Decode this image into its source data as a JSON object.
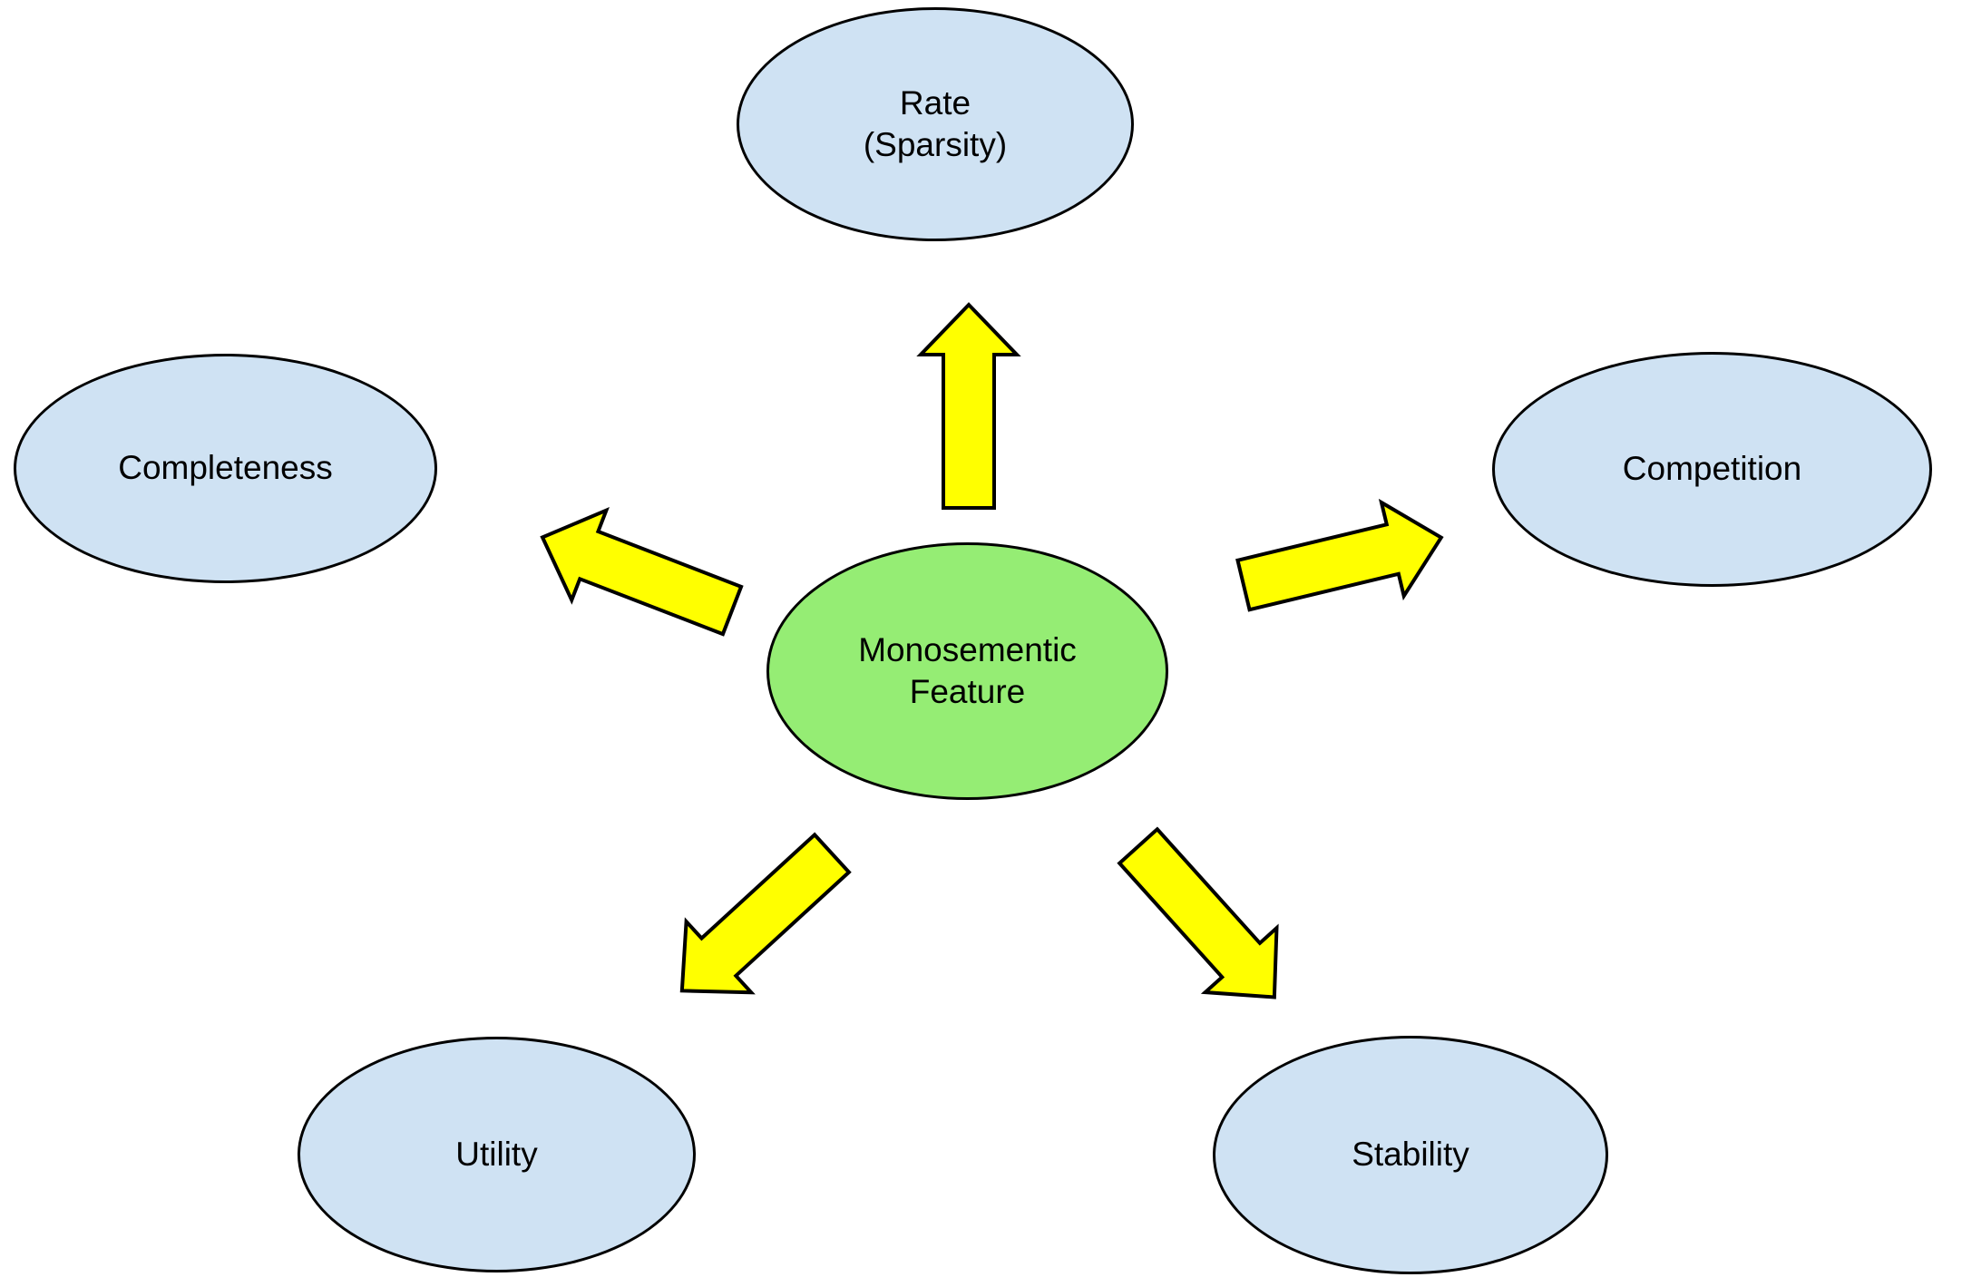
{
  "diagram": {
    "background": "#FFFFFF",
    "text_color": "#000000",
    "node_fill_blue": "#CFE2F3",
    "node_border": "#000000",
    "arrow_fill": "#FFFF00",
    "arrow_border": "#000000",
    "center_node": {
      "label": "Monosementic\nFeature",
      "fill": "#95ED74"
    },
    "nodes": [
      {
        "id": "rate",
        "label": "Rate\n(Sparsity)"
      },
      {
        "id": "completeness",
        "label": "Completeness"
      },
      {
        "id": "competition",
        "label": "Competition"
      },
      {
        "id": "utility",
        "label": "Utility"
      },
      {
        "id": "stability",
        "label": "Stability"
      }
    ],
    "arrows": [
      {
        "from": "Monosementic Feature",
        "to": "Rate (Sparsity)",
        "direction": "up"
      },
      {
        "from": "Monosementic Feature",
        "to": "Completeness",
        "direction": "upper-left"
      },
      {
        "from": "Monosementic Feature",
        "to": "Competition",
        "direction": "upper-right"
      },
      {
        "from": "Monosementic Feature",
        "to": "Utility",
        "direction": "lower-left"
      },
      {
        "from": "Monosementic Feature",
        "to": "Stability",
        "direction": "lower-right"
      }
    ]
  }
}
